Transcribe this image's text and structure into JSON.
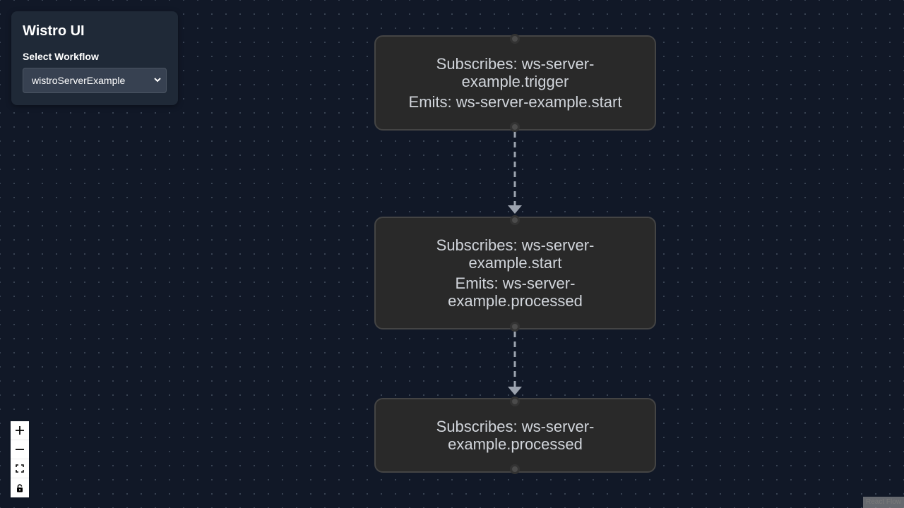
{
  "app": {
    "title": "Wistro UI"
  },
  "workflow_select": {
    "label": "Select Workflow",
    "value": "wistroServerExample"
  },
  "nodes": [
    {
      "subscribes": "Subscribes: ws-server-example.trigger",
      "emits": "Emits: ws-server-example.start"
    },
    {
      "subscribes": "Subscribes: ws-server-example.start",
      "emits": "Emits: ws-server-example.processed"
    },
    {
      "subscribes": "Subscribes: ws-server-example.processed"
    }
  ],
  "controls": {
    "zoom_in": "plus-icon",
    "zoom_out": "minus-icon",
    "fit_view": "fit-view-icon",
    "lock": "lock-icon"
  },
  "attribution": "React Flow",
  "colors": {
    "background": "#111827",
    "panel": "#1f2937",
    "node": "#292929",
    "edge": "#9ca3af"
  }
}
